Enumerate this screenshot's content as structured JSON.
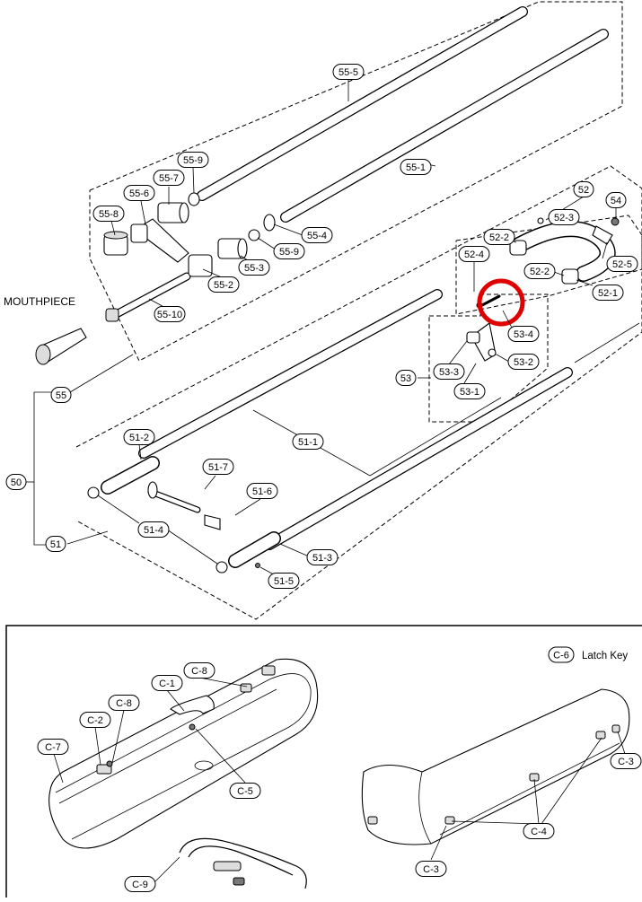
{
  "diagram": {
    "part_labels": [
      "55-5",
      "55-1",
      "52",
      "54",
      "52-3",
      "55-9",
      "55-7",
      "55-6",
      "55-8",
      "55-4",
      "52-2",
      "52-4",
      "55-9",
      "52-5",
      "55-3",
      "55-2",
      "52-2",
      "52-1",
      "55-10",
      "53-4",
      "53-2",
      "53-3",
      "53-1",
      "53",
      "55",
      "51-2",
      "51-1",
      "51-7",
      "50",
      "51-6",
      "51-4",
      "51-3",
      "51-5",
      "51",
      "C-8",
      "C-1",
      "C-8",
      "C-2",
      "C-7",
      "C-5",
      "C-6",
      "C-3",
      "C-4",
      "C-3",
      "C-9"
    ],
    "mouthpiece_label": "MOUTHPIECE",
    "latch_key_code": "C-6",
    "latch_key_label": "Latch Key",
    "highlight_color": "#e00000"
  }
}
